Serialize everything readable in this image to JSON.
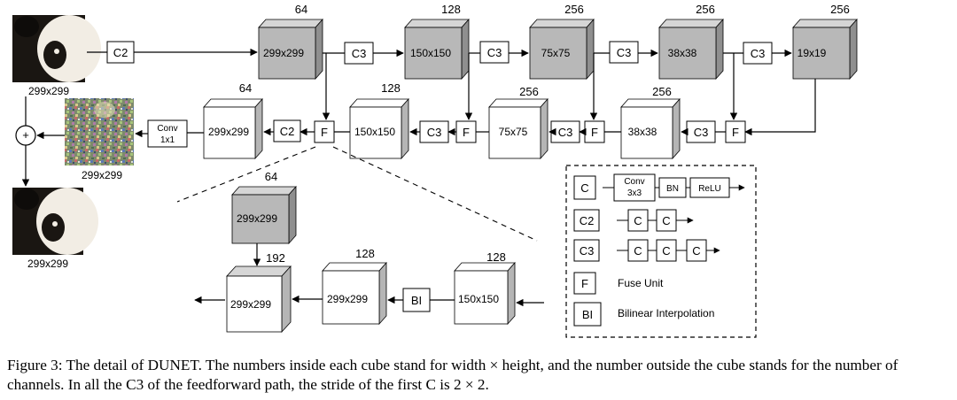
{
  "figure": {
    "caption": "Figure 3: The detail of DUNET. The numbers inside each cube stand for width × height, and the number outside the cube stands for the number of channels. In all the C3 of the feedforward path, the stride of the first C is 2 × 2."
  },
  "images": {
    "input_label": "299x299",
    "noise_label": "299x299",
    "output_label": "299x299",
    "add_symbol": "+"
  },
  "encoder": {
    "cubes": [
      {
        "size": "299x299",
        "channels": "64"
      },
      {
        "size": "150x150",
        "channels": "128"
      },
      {
        "size": "75x75",
        "channels": "256"
      },
      {
        "size": "38x38",
        "channels": "256"
      },
      {
        "size": "19x19",
        "channels": "256"
      }
    ],
    "ops": [
      "C2",
      "C3",
      "C3",
      "C3",
      "C3"
    ]
  },
  "decoder": {
    "cubes": [
      {
        "size": "299x299",
        "channels": "64"
      },
      {
        "size": "150x150",
        "channels": "128"
      },
      {
        "size": "75x75",
        "channels": "256"
      },
      {
        "size": "38x38",
        "channels": "256"
      }
    ],
    "ops": [
      "C2",
      "C3",
      "C3",
      "C3"
    ],
    "fuse": "F",
    "conv_line1": "Conv",
    "conv_line2": "1x1"
  },
  "fuse_detail": {
    "skip_cube": {
      "size": "299x299",
      "channels": "64"
    },
    "out_cube": {
      "size": "299x299",
      "channels": "192"
    },
    "mid_cube": {
      "size": "299x299",
      "channels": "128"
    },
    "in_cube": {
      "size": "150x150",
      "channels": "128"
    },
    "bi_label": "BI"
  },
  "legend": {
    "c_key": "C",
    "c2_key": "C2",
    "c3_key": "C3",
    "f_key": "F",
    "bi_key": "BI",
    "unit_c": "C",
    "conv_line1": "Conv",
    "conv_line2": "3x3",
    "bn": "BN",
    "relu": "ReLU",
    "f_desc": "Fuse Unit",
    "bi_desc": "Bilinear Interpolation"
  },
  "colors": {
    "gray_front": "#b8b8b8",
    "gray_top": "#d6d6d6",
    "gray_side": "#8f8f8f",
    "white_front": "#ffffff",
    "white_top": "#ffffff",
    "white_side": "#b5b5b5",
    "panda_fur": "#1a1612",
    "panda_face": "#f2ede4"
  }
}
